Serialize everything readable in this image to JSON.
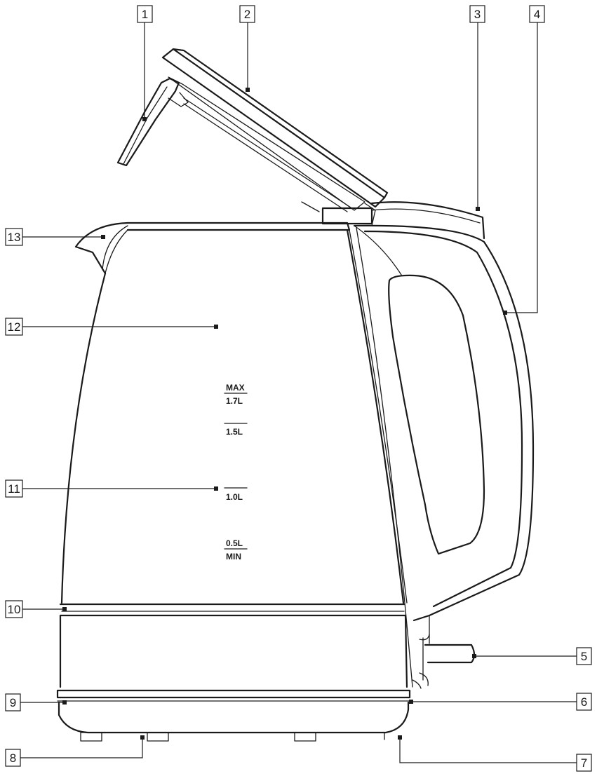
{
  "callouts": [
    {
      "label": "1"
    },
    {
      "label": "2"
    },
    {
      "label": "3"
    },
    {
      "label": "4"
    },
    {
      "label": "5"
    },
    {
      "label": "6"
    },
    {
      "label": "7"
    },
    {
      "label": "8"
    },
    {
      "label": "9"
    },
    {
      "label": "10"
    },
    {
      "label": "11"
    },
    {
      "label": "12"
    },
    {
      "label": "13"
    }
  ],
  "water_level_marks": {
    "max_label": "MAX",
    "max_volume": "1.7L",
    "level_1_5": "1.5L",
    "level_1_0": "1.0L",
    "level_0_5": "0.5L",
    "min_label": "MIN"
  },
  "colors": {
    "line": "#1a1a1a",
    "background": "#ffffff"
  }
}
